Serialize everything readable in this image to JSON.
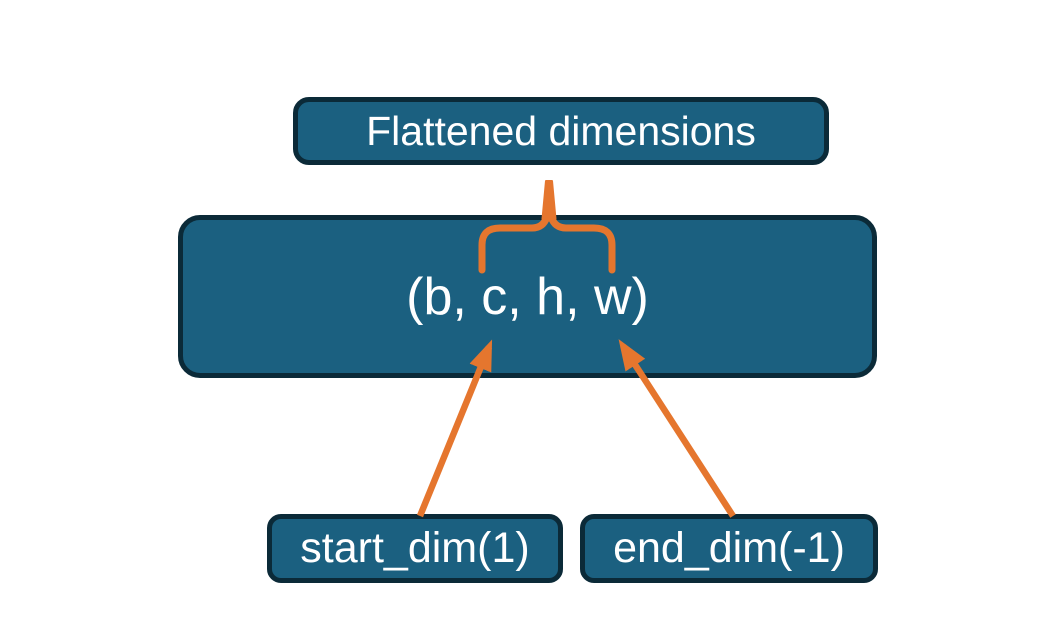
{
  "colors": {
    "background": "#FFFFFF",
    "box_fill": "#1B6080",
    "box_border": "#0B2A38",
    "accent_orange": "#E5762E",
    "text": "#FFFFFF"
  },
  "nodes": {
    "flattened": {
      "label": "Flattened dimensions"
    },
    "tensor": {
      "label": "(b, c, h, w)"
    },
    "start_dim": {
      "label": "start_dim(1)"
    },
    "end_dim": {
      "label": "end_dim(-1)"
    }
  },
  "annotations": {
    "brace": "brace-over-c-h-w",
    "brace_connector": "connector-from-flattened-dimensions-box",
    "start_dim_arrow": "arrow-from-start-dim-to-c",
    "end_dim_arrow": "arrow-from-end-dim-to-w"
  }
}
